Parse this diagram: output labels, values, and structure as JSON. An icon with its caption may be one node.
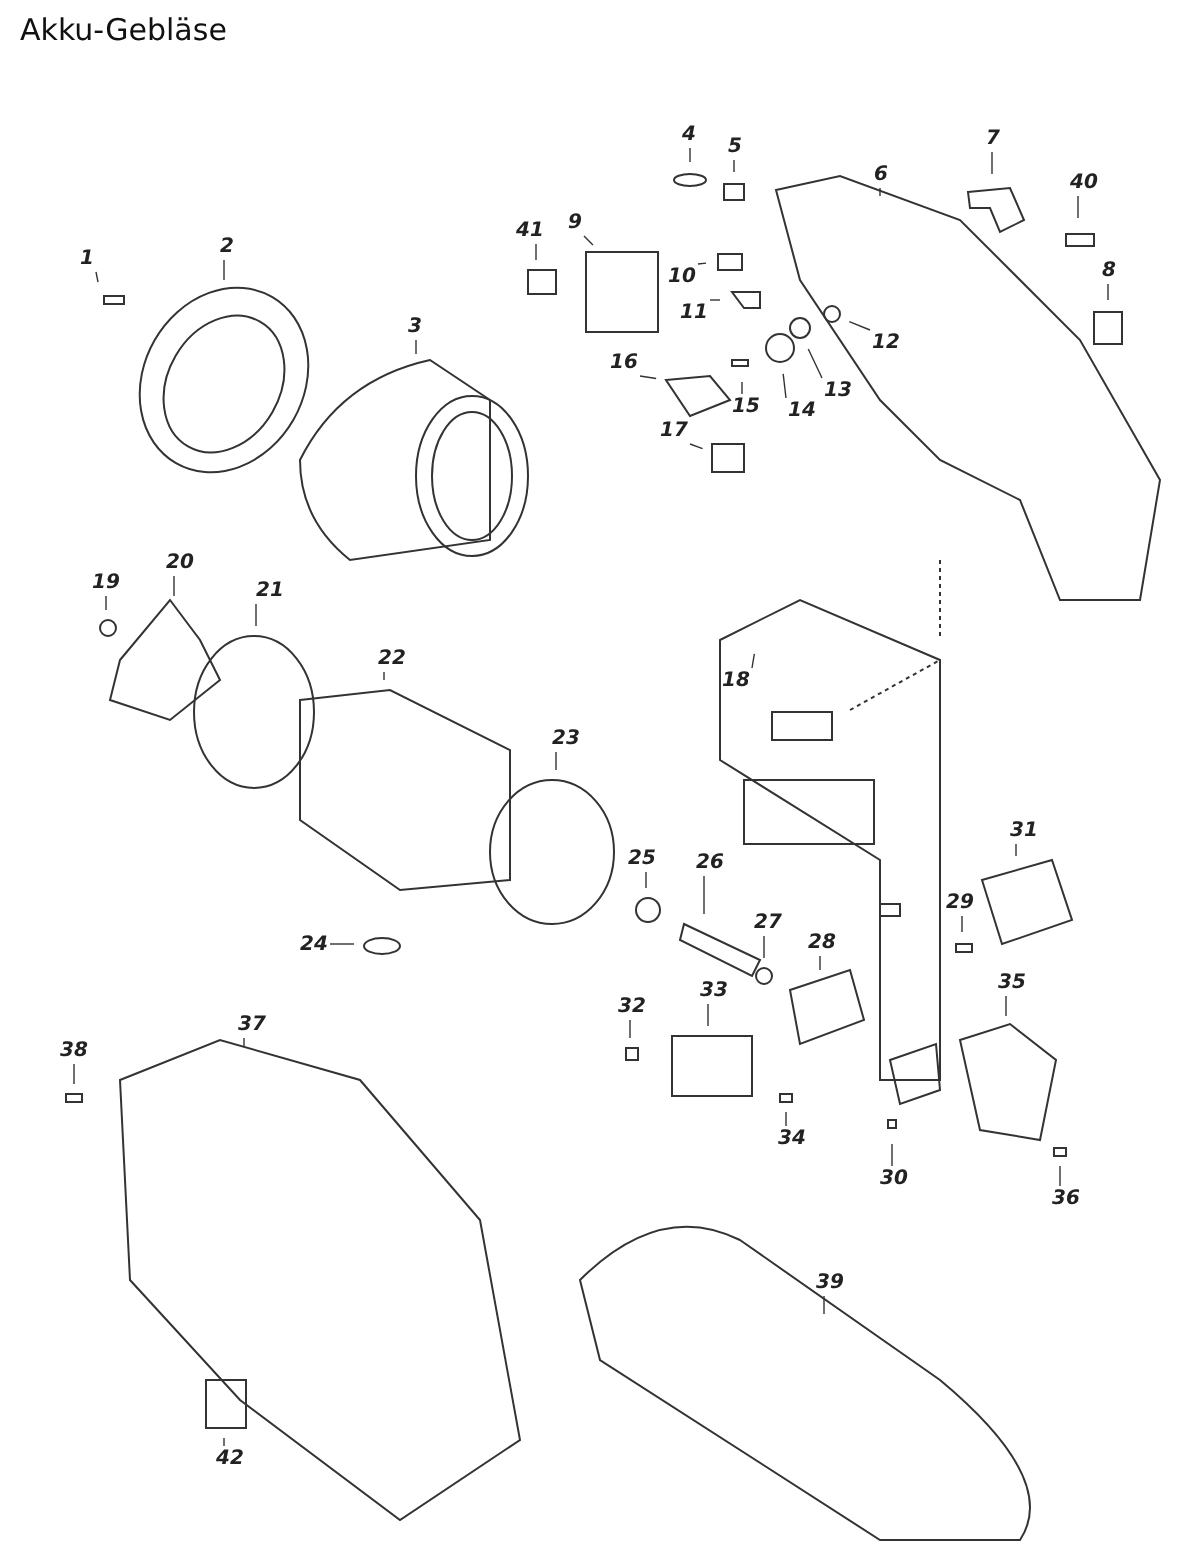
{
  "diagram": {
    "title": "Akku-Gebläse",
    "nodes": [
      {
        "text": [
          "1"
        ]
      },
      {
        "text": [
          "2"
        ]
      },
      {
        "text": [
          "3"
        ]
      },
      {
        "text": [
          "4"
        ]
      },
      {
        "text": [
          "5"
        ]
      },
      {
        "text": [
          "6"
        ]
      },
      {
        "text": [
          "7"
        ]
      },
      {
        "text": [
          "8"
        ]
      },
      {
        "text": [
          "9"
        ]
      },
      {
        "text": [
          "10"
        ]
      },
      {
        "text": [
          "11"
        ]
      },
      {
        "text": [
          "12"
        ]
      },
      {
        "text": [
          "13"
        ]
      },
      {
        "text": [
          "14"
        ]
      },
      {
        "text": [
          "15"
        ]
      },
      {
        "text": [
          "16"
        ]
      },
      {
        "text": [
          "17"
        ]
      },
      {
        "text": [
          "18"
        ]
      },
      {
        "text": [
          "19"
        ]
      },
      {
        "text": [
          "20"
        ]
      },
      {
        "text": [
          "21"
        ]
      },
      {
        "text": [
          "22"
        ]
      },
      {
        "text": [
          "23"
        ]
      },
      {
        "text": [
          "24"
        ]
      },
      {
        "text": [
          "25"
        ]
      },
      {
        "text": [
          "26"
        ]
      },
      {
        "text": [
          "27"
        ]
      },
      {
        "text": [
          "28"
        ]
      },
      {
        "text": [
          "29"
        ]
      },
      {
        "text": [
          "30"
        ]
      },
      {
        "text": [
          "31"
        ]
      },
      {
        "text": [
          "32"
        ]
      },
      {
        "text": [
          "33"
        ]
      },
      {
        "text": [
          "34"
        ]
      },
      {
        "text": [
          "35"
        ]
      },
      {
        "text": [
          "36"
        ]
      },
      {
        "text": [
          "37"
        ]
      },
      {
        "text": [
          "38"
        ]
      },
      {
        "text": [
          "39"
        ]
      },
      {
        "text": [
          "40"
        ]
      },
      {
        "text": [
          "41"
        ]
      },
      {
        "text": [
          "42"
        ]
      }
    ],
    "edges": [
      {
        "from": 0,
        "to": null,
        "arrow": "none"
      },
      {
        "from": 1,
        "to": null,
        "arrow": "none"
      },
      {
        "from": 2,
        "to": null,
        "arrow": "none"
      },
      {
        "from": 3,
        "to": null,
        "arrow": "none"
      },
      {
        "from": 4,
        "to": null,
        "arrow": "none"
      },
      {
        "from": 5,
        "to": null,
        "arrow": "none"
      },
      {
        "from": 6,
        "to": null,
        "arrow": "none"
      },
      {
        "from": 7,
        "to": null,
        "arrow": "none"
      },
      {
        "from": 8,
        "to": null,
        "arrow": "none"
      },
      {
        "from": 9,
        "to": null,
        "arrow": "none"
      },
      {
        "from": 10,
        "to": null,
        "arrow": "none"
      },
      {
        "from": 11,
        "to": null,
        "arrow": "none"
      },
      {
        "from": 12,
        "to": null,
        "arrow": "none"
      },
      {
        "from": 13,
        "to": null,
        "arrow": "none"
      },
      {
        "from": 14,
        "to": null,
        "arrow": "none"
      },
      {
        "from": 15,
        "to": null,
        "arrow": "none"
      },
      {
        "from": 16,
        "to": null,
        "arrow": "none"
      },
      {
        "from": 17,
        "to": null,
        "arrow": "none"
      },
      {
        "from": 18,
        "to": null,
        "arrow": "none"
      },
      {
        "from": 19,
        "to": null,
        "arrow": "none"
      },
      {
        "from": 20,
        "to": null,
        "arrow": "none"
      },
      {
        "from": 21,
        "to": null,
        "arrow": "none"
      },
      {
        "from": 22,
        "to": null,
        "arrow": "none"
      },
      {
        "from": 23,
        "to": null,
        "arrow": "none"
      },
      {
        "from": 24,
        "to": null,
        "arrow": "none"
      },
      {
        "from": 25,
        "to": null,
        "arrow": "none"
      },
      {
        "from": 26,
        "to": null,
        "arrow": "none"
      },
      {
        "from": 27,
        "to": null,
        "arrow": "none"
      },
      {
        "from": 28,
        "to": null,
        "arrow": "none"
      },
      {
        "from": 29,
        "to": null,
        "arrow": "none"
      },
      {
        "from": 30,
        "to": null,
        "arrow": "none"
      },
      {
        "from": 31,
        "to": null,
        "arrow": "none"
      },
      {
        "from": 32,
        "to": null,
        "arrow": "none"
      },
      {
        "from": 33,
        "to": null,
        "arrow": "none"
      },
      {
        "from": 34,
        "to": null,
        "arrow": "none"
      },
      {
        "from": 35,
        "to": null,
        "arrow": "none"
      },
      {
        "from": 36,
        "to": null,
        "arrow": "none"
      },
      {
        "from": 37,
        "to": null,
        "arrow": "none"
      },
      {
        "from": 38,
        "to": null,
        "arrow": "none"
      },
      {
        "from": 39,
        "to": null,
        "arrow": "none"
      },
      {
        "from": 40,
        "to": null,
        "arrow": "none"
      },
      {
        "from": 41,
        "to": null,
        "arrow": "none"
      }
    ]
  }
}
